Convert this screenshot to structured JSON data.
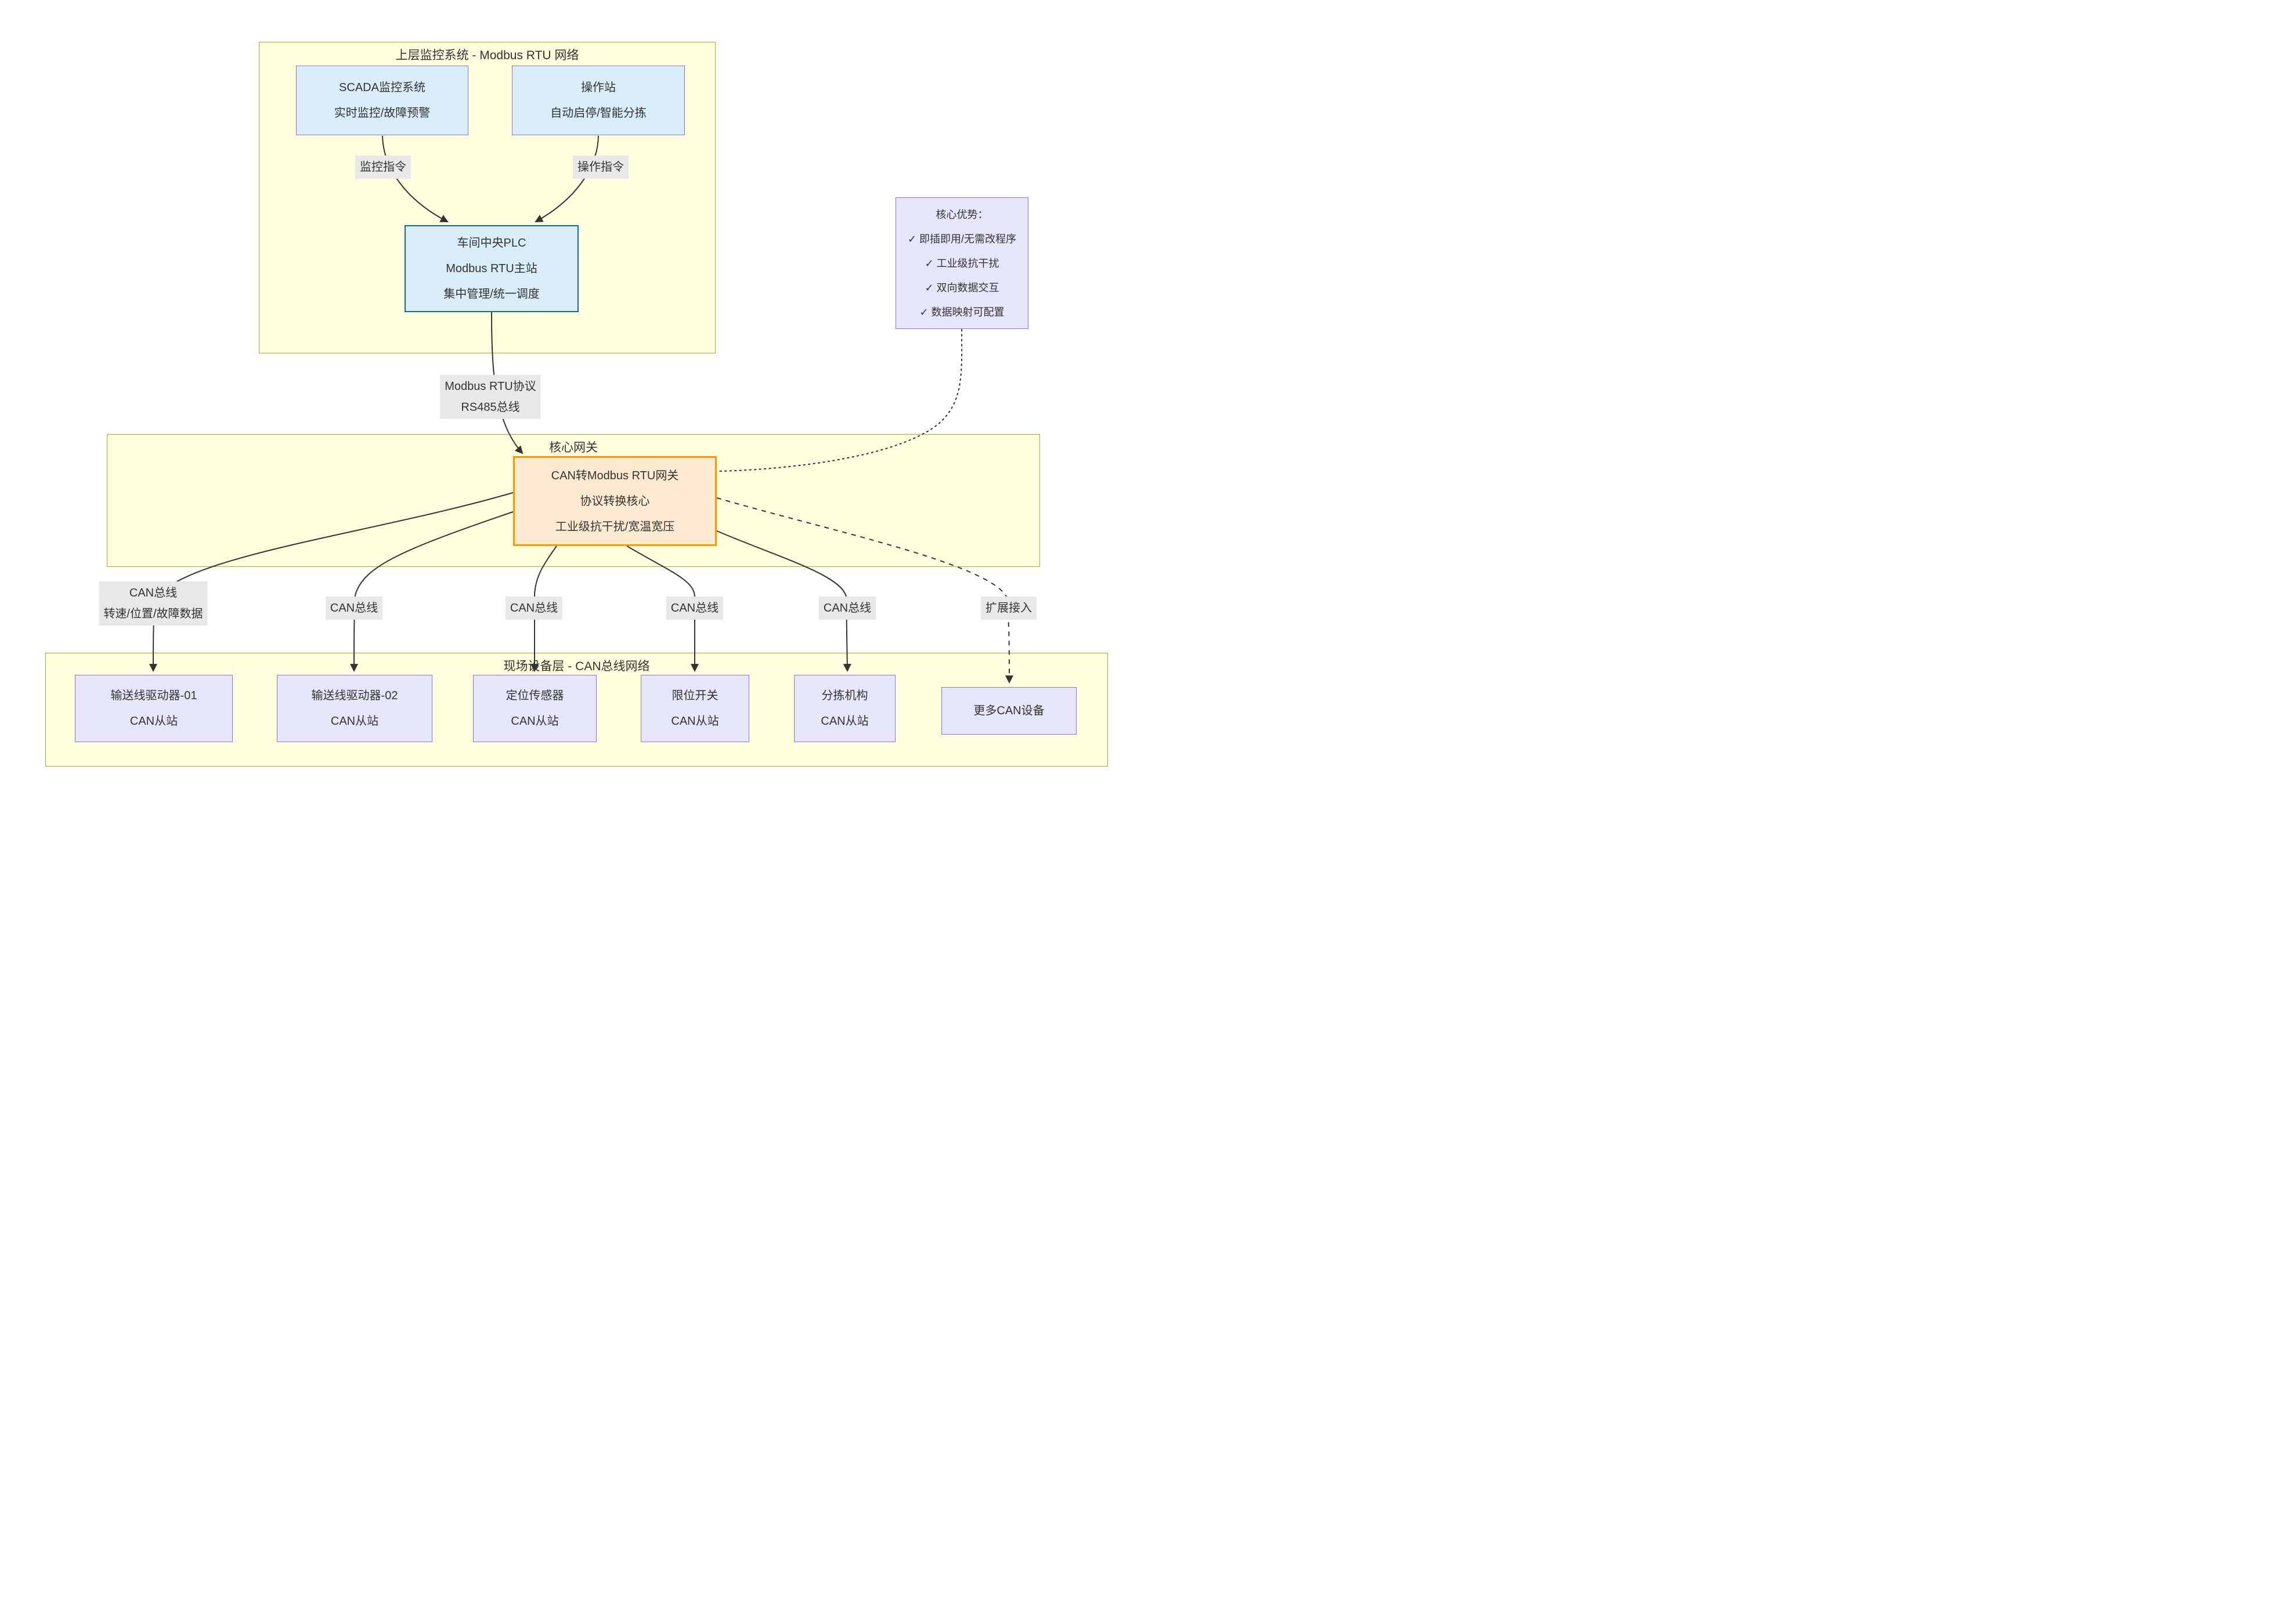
{
  "colors": {
    "container_fill": "#ffffde",
    "container_border": "#aaaa33",
    "blue_fill": "#d9edf8",
    "blue_border": "#9370db",
    "plc_border": "#1a62a8",
    "gateway_fill": "#ffe9d1",
    "gateway_border": "#ff9800",
    "purple_fill": "#e6e6fa",
    "purple_border": "#9370db",
    "label_bg": "#e8e8e8",
    "edge_color": "#333333",
    "text_color": "#333333"
  },
  "top_container": {
    "title_line1": "上层监控系统 - Modbus RTU",
    "title_line2": "网络",
    "scada": {
      "line1": "SCADA监控系统",
      "line2": "实时监控/故障预警"
    },
    "operator_station": {
      "line1": "操作站",
      "line2": "自动启停/智能分拣"
    },
    "plc": {
      "line1": "车间中央PLC",
      "line2": "Modbus RTU主站",
      "line3": "集中管理/统一调度"
    }
  },
  "advantages_box": {
    "title": "核心优势：",
    "item1": "✓ 即插即用/无需改程序",
    "item2": "✓ 工业级抗干扰",
    "item3": "✓ 双向数据交互",
    "item4": "✓ 数据映射可配置"
  },
  "gateway_container": {
    "title": "核心网关",
    "gateway": {
      "line1": "CAN转Modbus RTU网关",
      "line2": "协议转换核心",
      "line3": "工业级抗干扰/宽温宽压"
    }
  },
  "field_container": {
    "title": "现场设备层 - CAN总线网络",
    "device1": {
      "line1": "输送线驱动器-01",
      "line2": "CAN从站"
    },
    "device2": {
      "line1": "输送线驱动器-02",
      "line2": "CAN从站"
    },
    "device3": {
      "line1": "定位传感器",
      "line2": "CAN从站"
    },
    "device4": {
      "line1": "限位开关",
      "line2": "CAN从站"
    },
    "device5": {
      "line1": "分拣机构",
      "line2": "CAN从站"
    },
    "device6": {
      "line1": "更多CAN设备"
    }
  },
  "edge_labels": {
    "monitor_cmd": "监控指令",
    "operate_cmd": "操作指令",
    "modbus_line1": "Modbus RTU协议",
    "modbus_line2": "RS485总线",
    "can1_line1": "CAN总线",
    "can1_line2": "转速/位置/故障数据",
    "can2": "CAN总线",
    "can3": "CAN总线",
    "can4": "CAN总线",
    "can5": "CAN总线",
    "expand": "扩展接入"
  }
}
